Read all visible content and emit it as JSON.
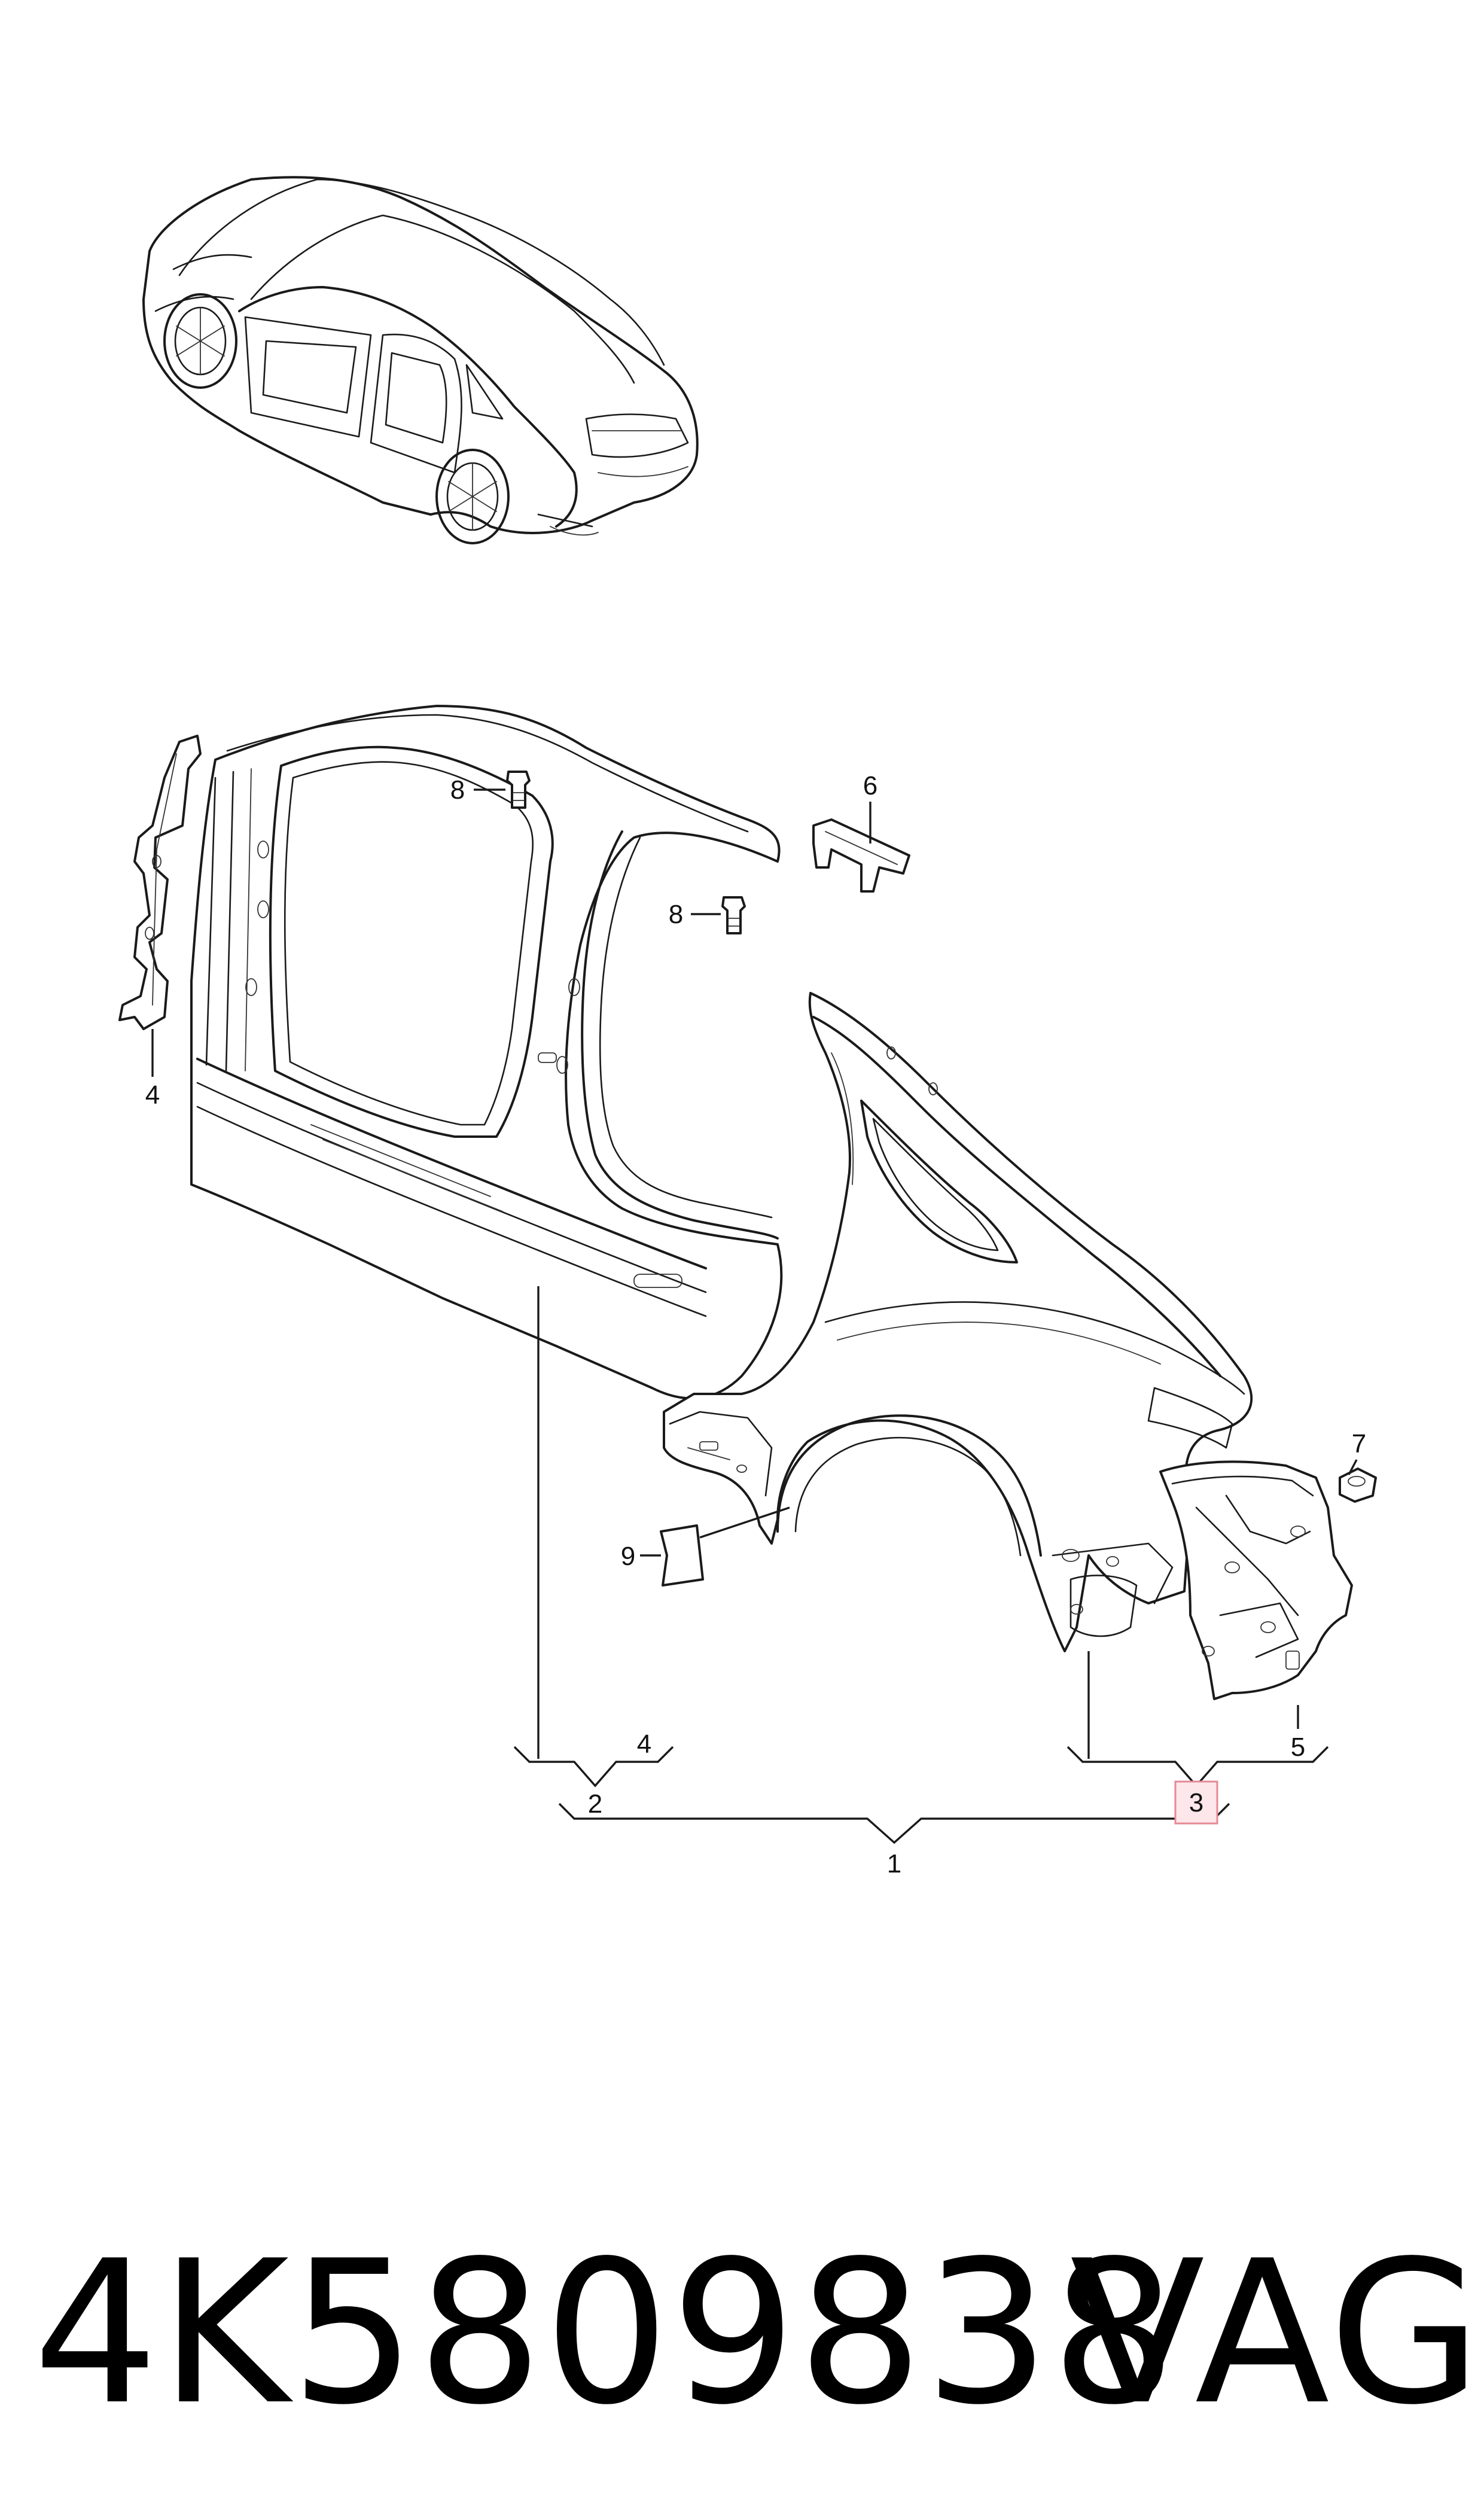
{
  "diagram": {
    "callouts": [
      {
        "id": "c1",
        "text": "1"
      },
      {
        "id": "c2",
        "text": "2"
      },
      {
        "id": "c3",
        "text": "3",
        "highlighted": true
      },
      {
        "id": "c4a",
        "text": "4"
      },
      {
        "id": "c4b",
        "text": "4"
      },
      {
        "id": "c5",
        "text": "5"
      },
      {
        "id": "c6",
        "text": "6"
      },
      {
        "id": "c7",
        "text": "7"
      },
      {
        "id": "c8a",
        "text": "8"
      },
      {
        "id": "c8b",
        "text": "8"
      },
      {
        "id": "c9",
        "text": "9"
      }
    ],
    "highlight_color": "#e58a96"
  },
  "footer": {
    "part_number": "4K5809838",
    "brand": "VAG"
  }
}
